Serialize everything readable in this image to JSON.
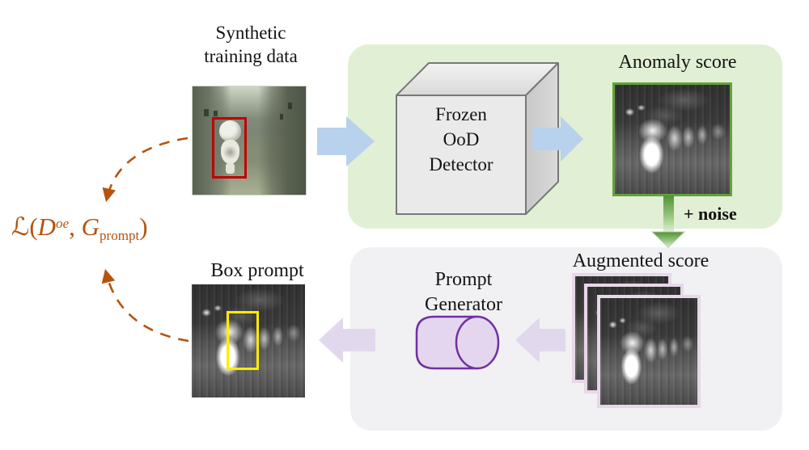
{
  "figure": {
    "synthetic_label": {
      "line1": "Synthetic",
      "line2": "training data"
    },
    "detector": {
      "line1": "Frozen",
      "line2": "OoD",
      "line3": "Detector"
    },
    "anomaly_label": "Anomaly score",
    "noise_label": "+ noise",
    "augmented_label": "Augmented score",
    "generator_label": {
      "line1": "Prompt",
      "line2": "Generator"
    },
    "boxprompt_label": "Box prompt",
    "loss_formula": {
      "loss_symbol": "ℒ",
      "open_paren": "(",
      "dataset_symbol": "D",
      "dataset_superscript": "oe",
      "comma": ", ",
      "generator_symbol": "G",
      "generator_subscript": "prompt",
      "close_paren": ")"
    }
  },
  "colors": {
    "panel_green": "#e1efd4",
    "panel_gray": "#f1f0f2",
    "arrow_blue": "#b8d1ec",
    "arrow_purple": "#e2d8ee",
    "arrow_green_dark": "#4f9334",
    "arrow_green_light": "#e1efd6",
    "accent_orange": "#b5530f",
    "anomaly_border_green": "#63a23c",
    "augmented_border_pink": "#e7d7e8",
    "bbox_red": "#c00000",
    "bbox_yellow": "#ffec00",
    "cylinder_stroke_purple": "#7030a0",
    "cylinder_fill": "#e4d6ee",
    "cube_gray": "#eaeaea"
  }
}
